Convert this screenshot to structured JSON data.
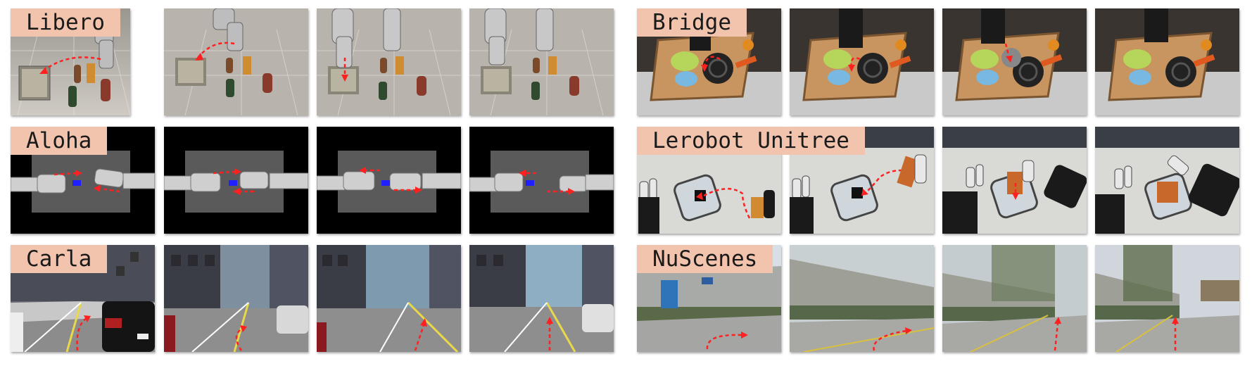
{
  "panels": [
    {
      "id": "libero",
      "label": "Libero",
      "scene": "tabletop"
    },
    {
      "id": "bridge",
      "label": "Bridge",
      "scene": "kitchen"
    },
    {
      "id": "aloha",
      "label": "Aloha",
      "scene": "bimanual"
    },
    {
      "id": "lerobot",
      "label": "Lerobot Unitree",
      "scene": "topdown"
    },
    {
      "id": "carla",
      "label": "Carla",
      "scene": "sim-city"
    },
    {
      "id": "nuscenes",
      "label": "NuScenes",
      "scene": "real-road"
    }
  ],
  "colors": {
    "label_bg": "#f2c4ad",
    "trajectory": "#ff2020",
    "aloha_bg": "#000000",
    "aloha_table": "#5a5a5a"
  },
  "frames_per_panel": 4
}
